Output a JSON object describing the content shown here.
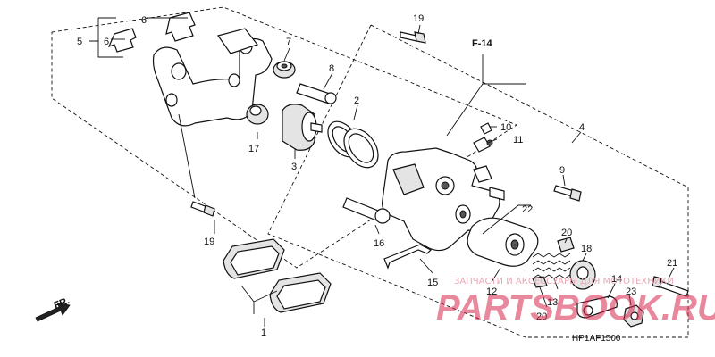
{
  "labels": {
    "p1": "1",
    "p2": "2",
    "p3": "3",
    "p4": "4",
    "p5": "5",
    "p6a": "6",
    "p6b": "6",
    "p7": "7",
    "p8": "8",
    "p9": "9",
    "p10": "10",
    "p11": "11",
    "p12": "12",
    "p13": "13",
    "p14": "14",
    "p15": "15",
    "p16": "16",
    "p17": "17",
    "p18": "18",
    "p19a": "19",
    "p19b": "19",
    "p20a": "20",
    "p20b": "20",
    "p21": "21",
    "p22": "22",
    "p23": "23"
  },
  "ref_label": "F-14",
  "front_label": "FR.",
  "diagram_code": "HP1AF1500",
  "watermark": {
    "text": "ЗАПЧАСТИ И АКСЕССУАРЫ ДЛЯ МОТОТЕХНИКИ",
    "logo": "PARTSBOOK.RU"
  },
  "colors": {
    "ink": "#111111",
    "watermark_red": "#d8284e"
  }
}
